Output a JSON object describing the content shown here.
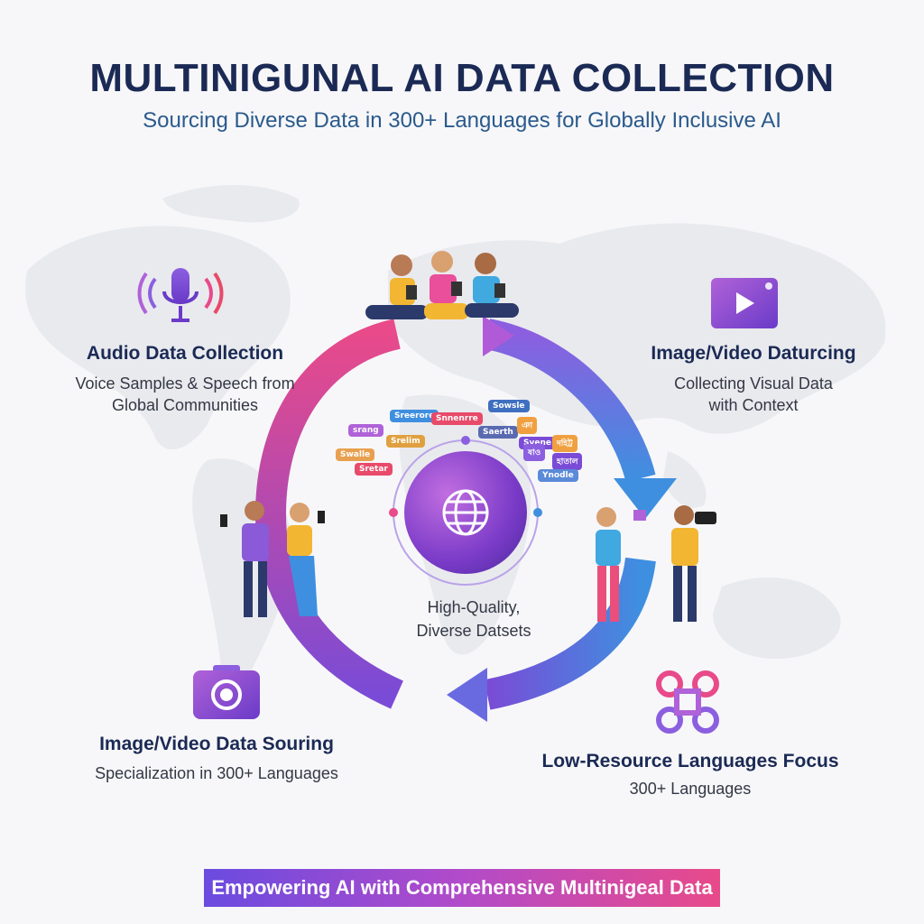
{
  "header": {
    "title": "MULTINIGUNAL AI DATA COLLECTION",
    "subtitle": "Sourcing Diverse Data in 300+ Languages for Globally Inclusive AI"
  },
  "features": {
    "audio": {
      "title": "Audio Data Collection",
      "line1": "Voice Samples & Speech from",
      "line2": "Global Communities",
      "icon": "microphone-icon"
    },
    "image_video_top": {
      "title": "Image/Video Daturcing",
      "line1": "Collecting Visual Data",
      "line2": "with Context",
      "icon": "play-video-icon"
    },
    "image_video_bottom": {
      "title": "Image/Video Data Souring",
      "line1": "Specialization in 300+ Languages",
      "icon": "camera-icon"
    },
    "low_resource": {
      "title": "Low-Resource Languages Focus",
      "line1": "300+ Languages",
      "icon": "network-nodes-icon"
    }
  },
  "center": {
    "line1": "High-Quality,",
    "line2": "Diverse Datsets",
    "icon": "globe-icon"
  },
  "bubbles": [
    "Sreerore",
    "Snnenrre",
    "Sowsle",
    "Saerth",
    "srang",
    "ঞা",
    "Svene",
    "Srelim",
    "দহিট্ট",
    "ষাও",
    "Swalle",
    "Sretar",
    "হাতাল",
    "Ynodle"
  ],
  "footer": {
    "label": "Empowering AI with Comprehensive Multinigeal Data"
  },
  "colors": {
    "navy": "#1b2a55",
    "pink": "#e84a8a",
    "purple": "#7a4bd6",
    "blue": "#3f8fe0"
  }
}
